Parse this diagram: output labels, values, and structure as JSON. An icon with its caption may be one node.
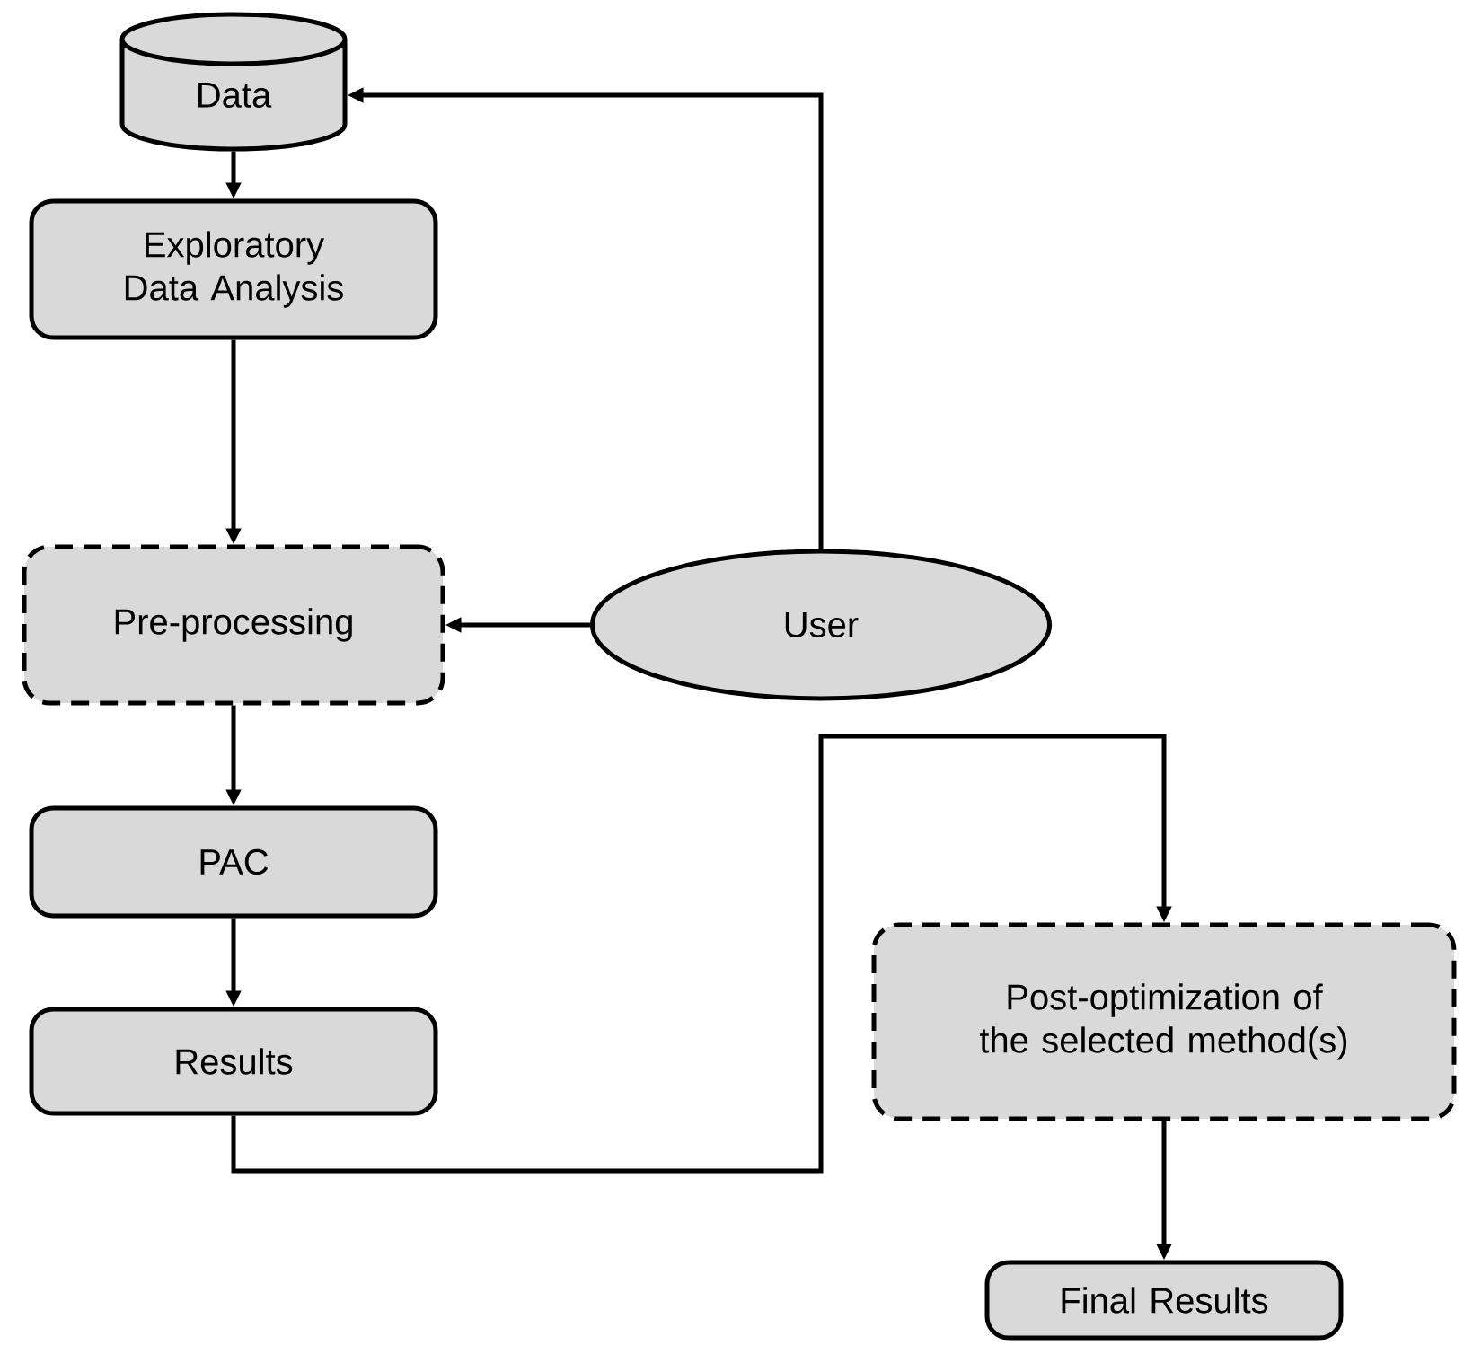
{
  "diagram": {
    "nodes": [
      {
        "text": [
          "Data"
        ]
      },
      {
        "text": [
          "Exploratory Data Analysis"
        ]
      },
      {
        "text": [
          "Pre-processing"
        ]
      },
      {
        "text": [
          "User"
        ]
      },
      {
        "text": [
          "PAC"
        ]
      },
      {
        "text": [
          "Results"
        ]
      },
      {
        "text": [
          "Post-optimization of the selected method(s)"
        ]
      },
      {
        "text": [
          "Final Results"
        ]
      }
    ],
    "edges": [
      {
        "from": 0,
        "to": 1,
        "arrow": "to"
      },
      {
        "from": 1,
        "to": 2,
        "arrow": "to"
      },
      {
        "from": 2,
        "to": 4,
        "arrow": "to"
      },
      {
        "from": 4,
        "to": 5,
        "arrow": "to"
      },
      {
        "from": 3,
        "to": 2,
        "arrow": "to"
      },
      {
        "from": 3,
        "to": 0,
        "arrow": "to"
      },
      {
        "from": 5,
        "to": 6,
        "arrow": "to"
      },
      {
        "from": 6,
        "to": 7,
        "arrow": "to"
      }
    ]
  }
}
